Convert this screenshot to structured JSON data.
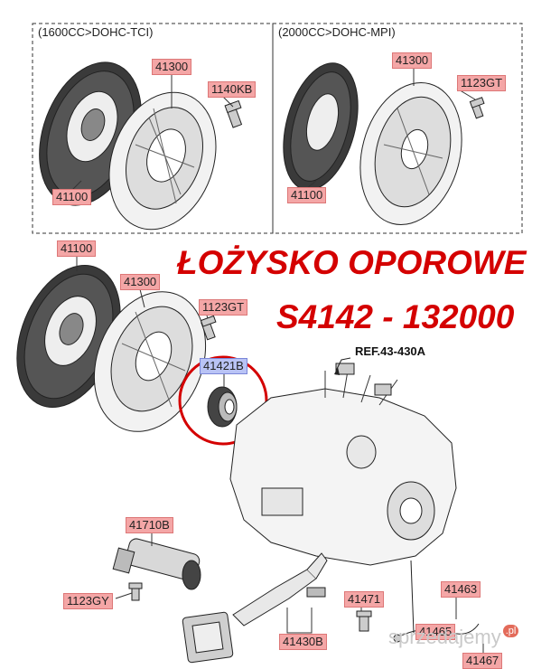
{
  "frames": [
    {
      "title": "(1600CC>DOHC-TCI)"
    },
    {
      "title": "(2000CC>DOHC-MPI)"
    }
  ],
  "callouts": {
    "left_box": {
      "plate": "41300",
      "bolt": "1140KB",
      "disc": "41100"
    },
    "right_box": {
      "plate": "41300",
      "bolt": "1123GT",
      "disc": "41100"
    },
    "main": {
      "disc": "41100",
      "plate": "41300",
      "bolt": "1123GT",
      "bearing": "41421B",
      "cylinder": "41710B",
      "cyl_bolt": "1123GY",
      "fork": "41430B",
      "part_41471": "41471",
      "part_41463": "41463",
      "part_41465": "41465",
      "part_41467": "41467"
    }
  },
  "headline": {
    "line1": "ŁOŻYSKO OPOROWE",
    "line2": "S4142 - 132000"
  },
  "reference": "REF.43-430A",
  "watermark": {
    "text": "sprzedajemy",
    "suffix": ".pl"
  },
  "colors": {
    "highlight": "#d40000",
    "tag_fill": "#f4a6a6",
    "tag_blue": "#b9c3f5"
  }
}
